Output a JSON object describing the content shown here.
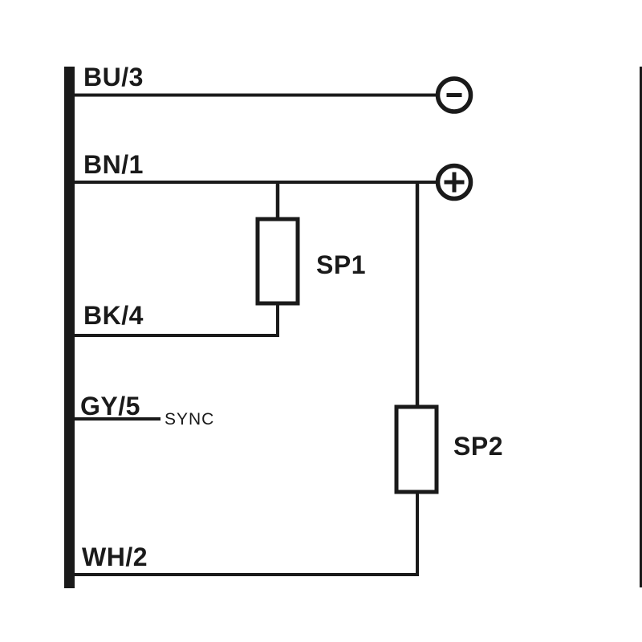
{
  "diagram": {
    "kind": "wiring-connection-diagram",
    "colors": {
      "ink": "#1a1a1a",
      "background": "#ffffff"
    },
    "wires": [
      {
        "label": "BU/3",
        "terminal": "minus"
      },
      {
        "label": "BN/1",
        "terminal": "plus"
      },
      {
        "label": "BK/4",
        "connects": "SP1"
      },
      {
        "label": "GY/5",
        "annotation": "SYNC"
      },
      {
        "label": "WH/2",
        "connects": "SP2"
      }
    ],
    "terminals": [
      {
        "name": "minus",
        "symbol": "−"
      },
      {
        "name": "plus",
        "symbol": "+"
      }
    ],
    "components": [
      {
        "label": "SP1"
      },
      {
        "label": "SP2"
      }
    ]
  }
}
